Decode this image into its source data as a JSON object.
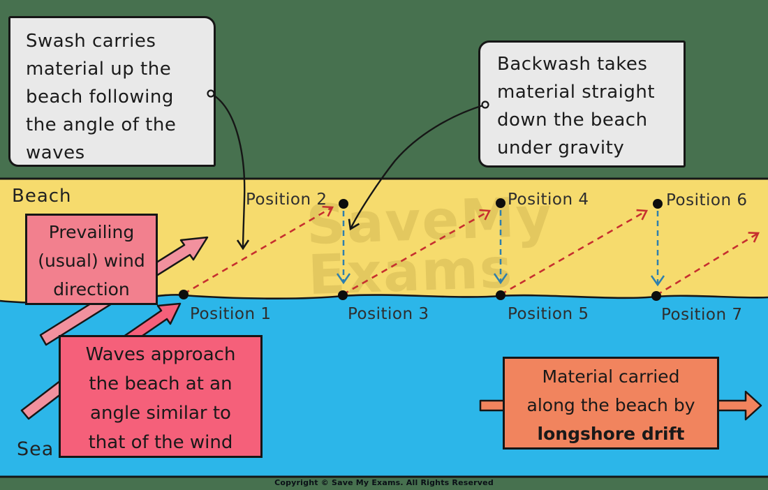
{
  "colors": {
    "background": "#47714F",
    "beach": "#F6DB6D",
    "sea": "#2CB6E9",
    "callout_bg": "#E9E9E9",
    "wind_box": "#F2808E",
    "wind_arrow": "#F2919E",
    "waves_box": "#F5607A",
    "drift_box": "#F1845E",
    "swash_arrow_red": "#C62F2F",
    "backwash_arrow_blue": "#2E7FAD",
    "outline": "#161616"
  },
  "area_labels": {
    "beach": "Beach",
    "sea": "Sea"
  },
  "callouts": {
    "swash": {
      "lines": [
        "Swash carries",
        "material up the",
        "beach following",
        "the angle of the",
        "waves"
      ]
    },
    "backwash": {
      "lines": [
        "Backwash takes",
        "material straight",
        "down the beach",
        "under gravity"
      ]
    }
  },
  "info_boxes": {
    "wind": {
      "lines": [
        "Prevailing",
        "(usual) wind",
        "direction"
      ]
    },
    "waves": {
      "lines": [
        "Waves approach",
        "the beach at an",
        "angle similar to",
        "that of the wind"
      ]
    },
    "drift": {
      "lines": [
        "Material carried",
        "along the beach by"
      ],
      "bold_line": "longshore drift"
    }
  },
  "positions": [
    {
      "label": "Position 1"
    },
    {
      "label": "Position 2"
    },
    {
      "label": "Position 3"
    },
    {
      "label": "Position 4"
    },
    {
      "label": "Position 5"
    },
    {
      "label": "Position 6"
    },
    {
      "label": "Position 7"
    }
  ],
  "watermark": {
    "line1": "SaveMy",
    "line2": "Exams"
  },
  "footer": {
    "copyright": "Copyright © Save My Exams. All Rights Reserved"
  }
}
